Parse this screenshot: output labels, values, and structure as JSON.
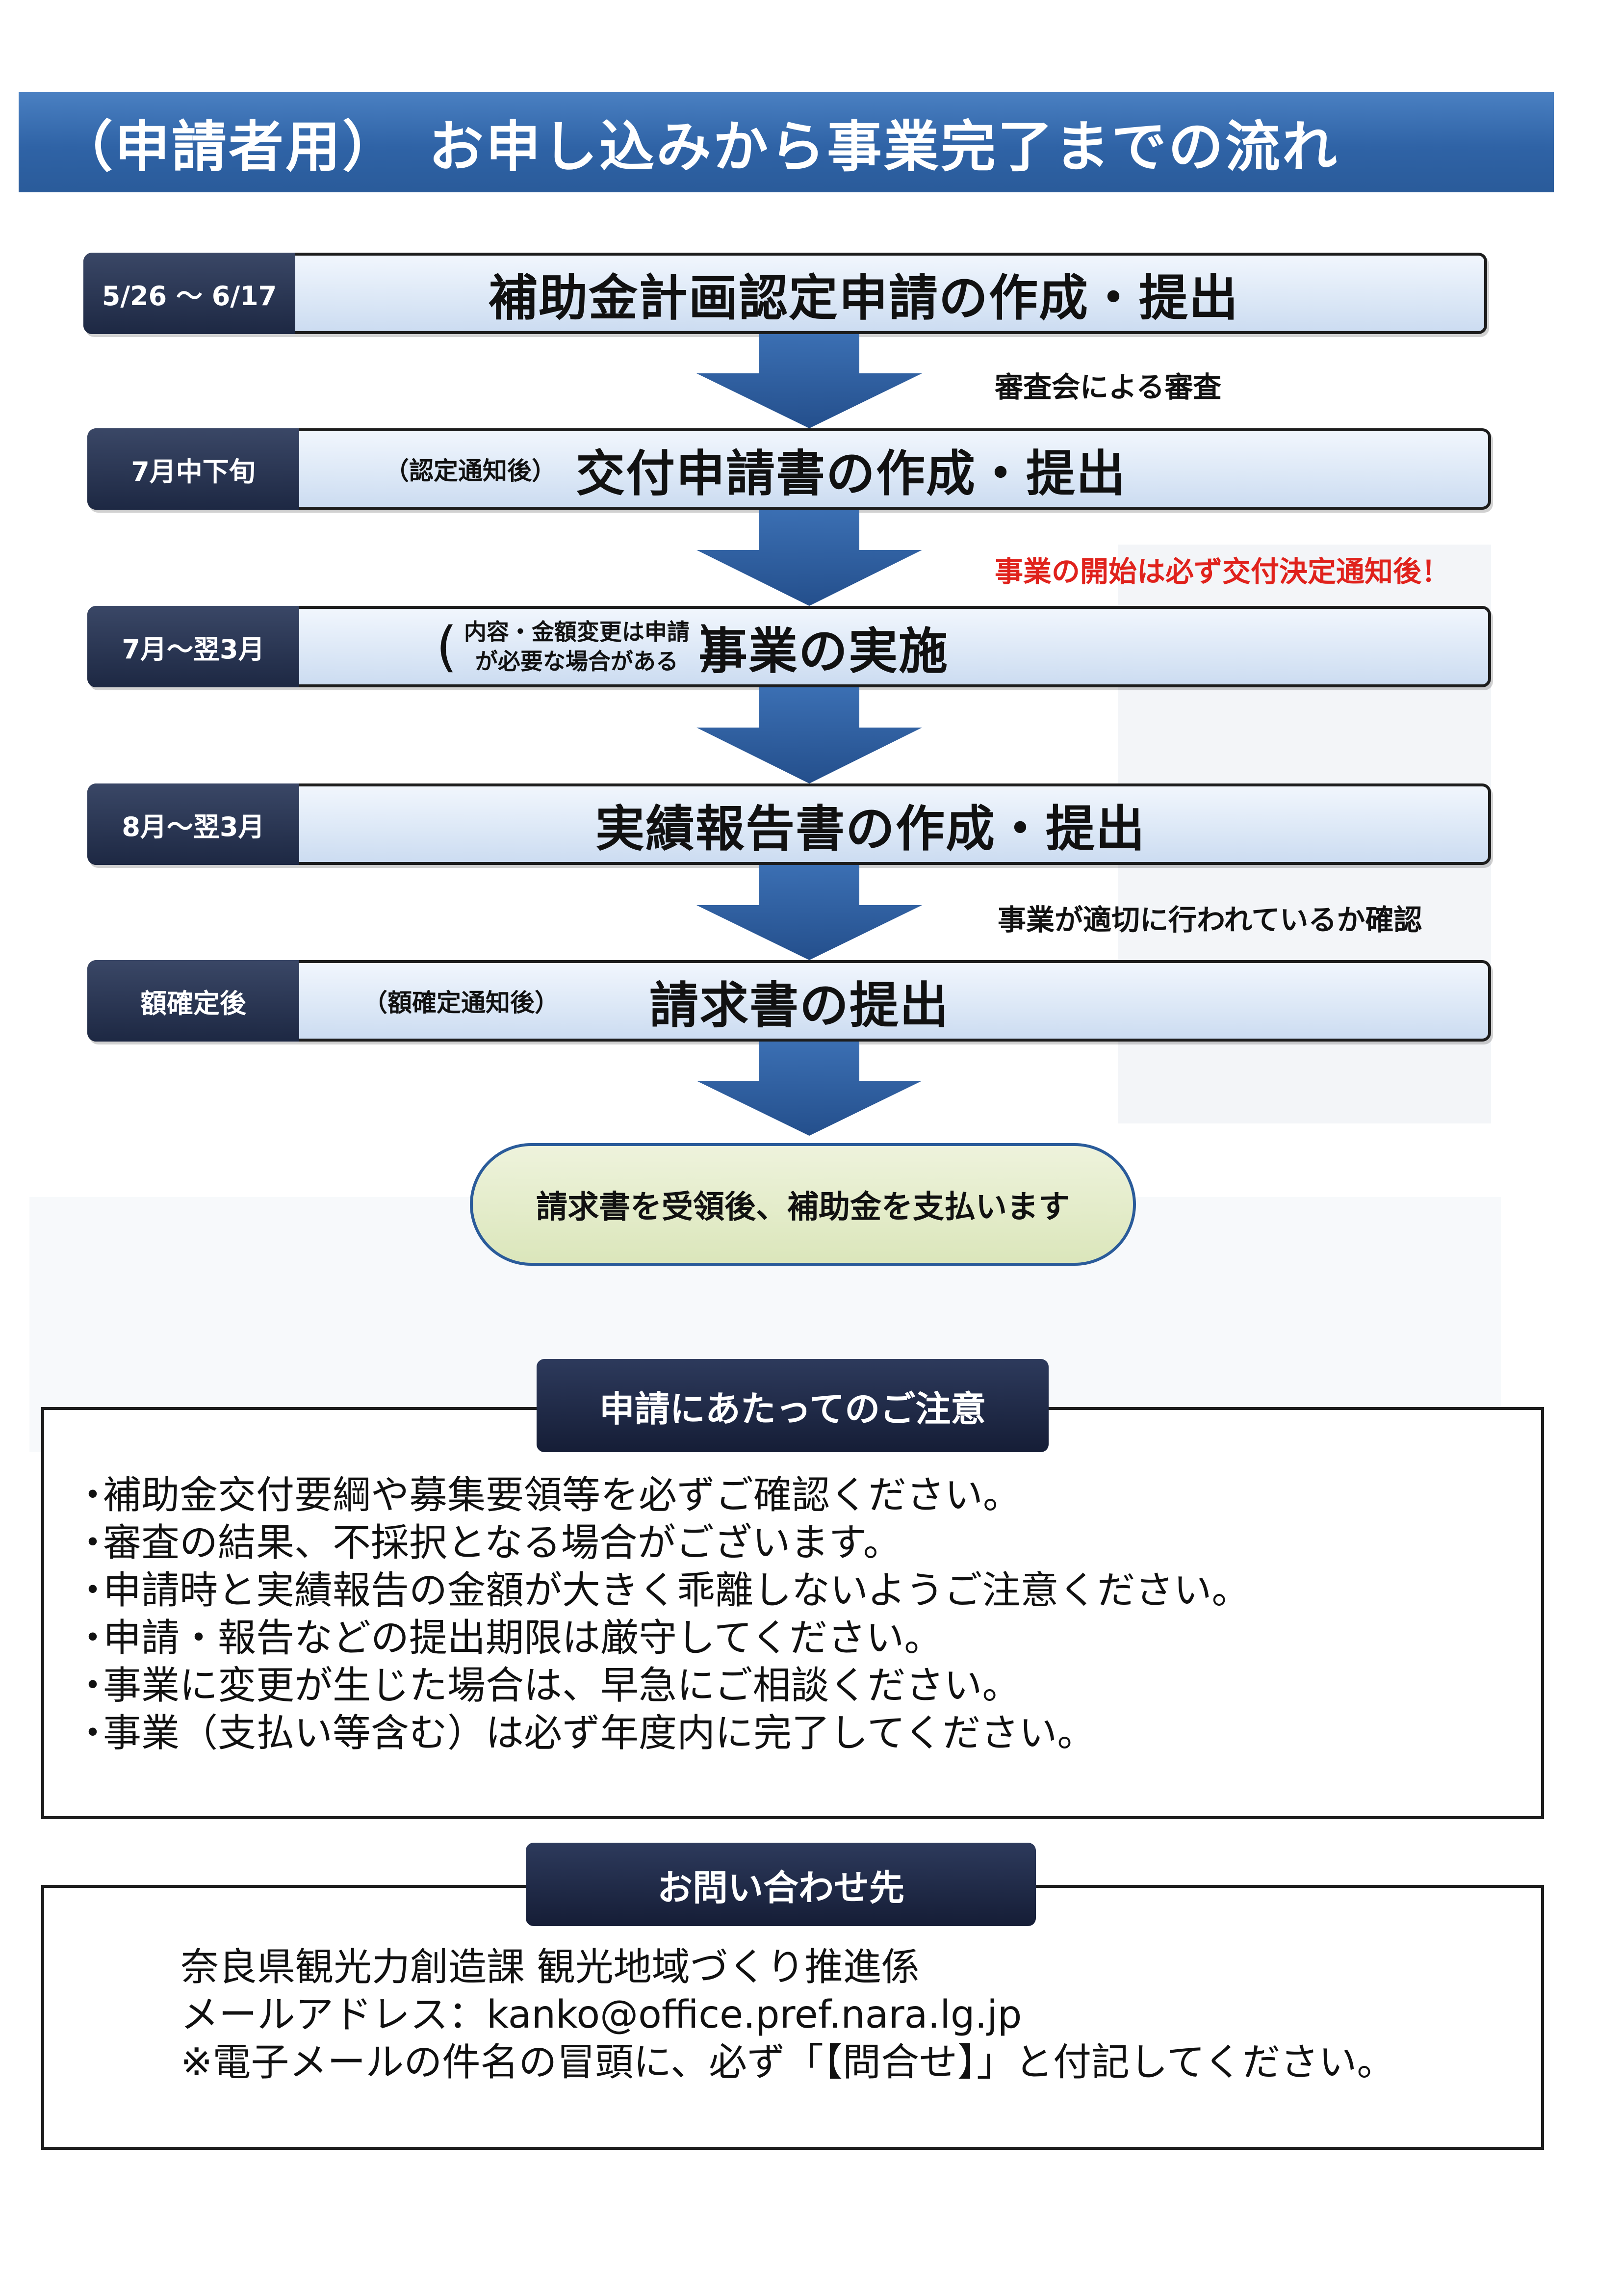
{
  "header": {
    "title": "（申請者用）　お申し込みから事業完了までの流れ"
  },
  "flow": {
    "steps": [
      {
        "date": "5/26 ～ 6/17",
        "title": "補助金計画認定申請の作成・提出"
      },
      {
        "date": "7月中下旬",
        "prefix": "（認定通知後）",
        "title": "交付申請書の作成・提出"
      },
      {
        "date": "7月～翌3月",
        "note_line1": "内容・金額変更は申請",
        "note_line2": "が必要な場合がある",
        "title": "事業の実施"
      },
      {
        "date": "8月～翌3月",
        "title": "実績報告書の作成・提出"
      },
      {
        "date": "額確定後",
        "prefix": "（額確定通知後）",
        "title": "請求書の提出"
      }
    ],
    "between_notes": [
      {
        "text": "審査会による審査",
        "color": "#111111"
      },
      {
        "text": "事業の開始は必ず交付決定通知後！",
        "color": "#e0221c"
      },
      {
        "text": "事業が適切に行われているか確認",
        "color": "#111111"
      }
    ],
    "final": "請求書を受領後、補助金を支払います"
  },
  "notes": {
    "label": "申請にあたってのご注意",
    "items": [
      "補助金交付要綱や募集要領等を必ずご確認ください。",
      "審査の結果、不採択となる場合がございます。",
      "申請時と実績報告の金額が大きく乖離しないようご注意ください。",
      "申請・報告などの提出期限は厳守してください。",
      "事業に変更が生じた場合は、早急にご相談ください。",
      "事業（支払い等含む）は必ず年度内に完了してください。"
    ]
  },
  "contact": {
    "label": "お問い合わせ先",
    "org": "奈良県観光力創造課 観光地域づくり推進係",
    "email": "メールアドレス：kanko@office.pref.nara.lg.jp",
    "note": "※電子メールの件名の冒頭に、必ず「【問合せ】」と付記してください。"
  },
  "colors": {
    "header": "#2f63a6",
    "step_date": "#1d2843",
    "step_body": "#dbe7f6",
    "arrow": "#2a5b9a",
    "warning": "#e0221c",
    "final_pill": "#dbe6bb"
  }
}
